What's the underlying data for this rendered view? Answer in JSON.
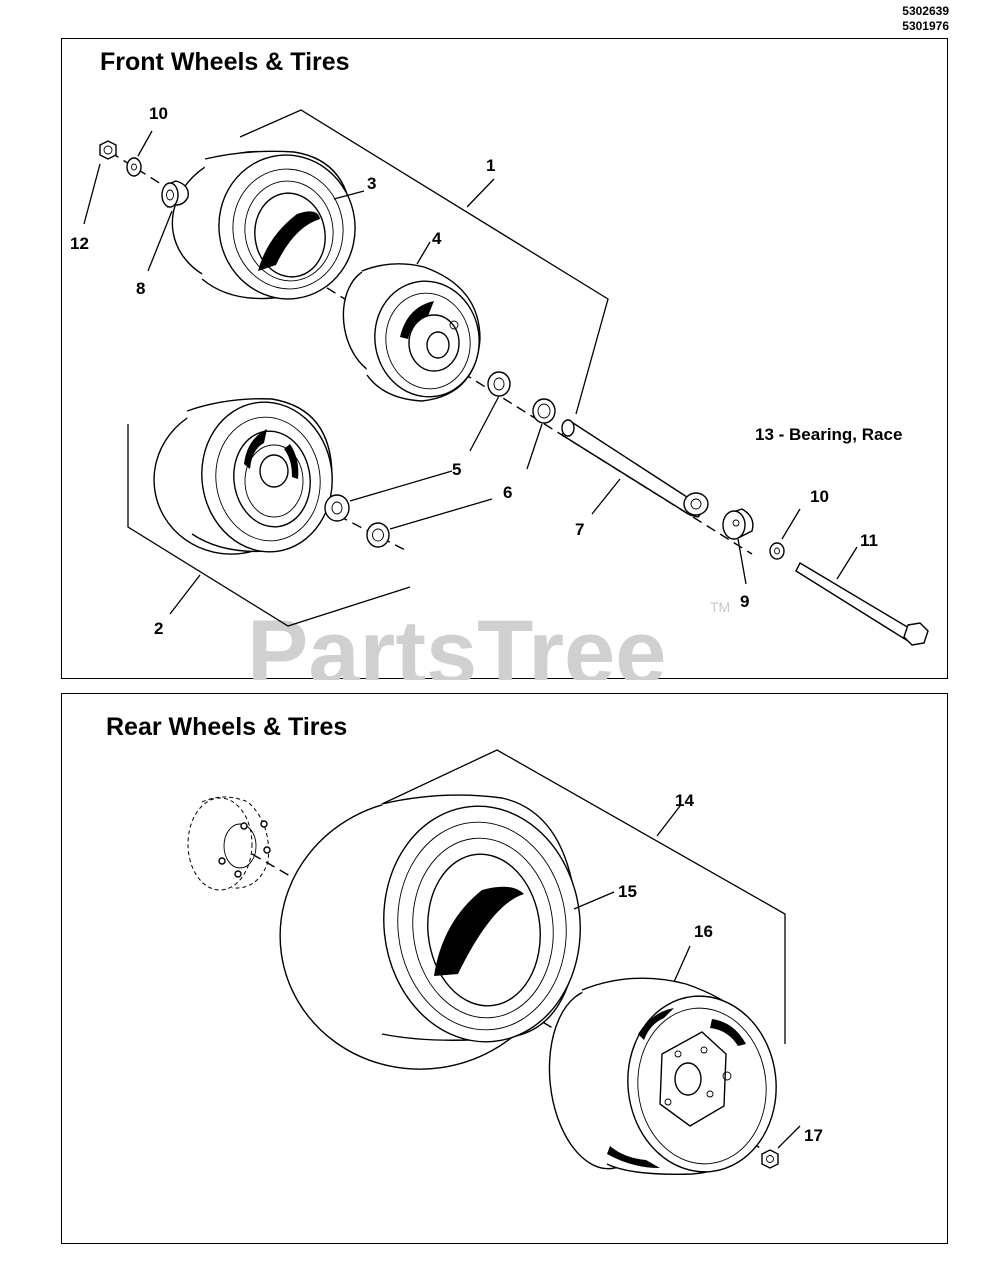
{
  "part_numbers": [
    "5302639",
    "5301976"
  ],
  "front": {
    "title": "Front Wheels & Tires",
    "note": "13 - Bearing, Race",
    "callouts": {
      "c1": "1",
      "c2": "2",
      "c3": "3",
      "c4": "4",
      "c5a": "5",
      "c6a": "6",
      "c7": "7",
      "c8": "8",
      "c9": "9",
      "c10a": "10",
      "c10b": "10",
      "c11": "11",
      "c12": "12"
    }
  },
  "rear": {
    "title": "Rear Wheels & Tires",
    "callouts": {
      "c14": "14",
      "c15": "15",
      "c16": "16",
      "c17": "17"
    }
  },
  "watermark": {
    "text": "PartsTree",
    "tm": "TM"
  }
}
